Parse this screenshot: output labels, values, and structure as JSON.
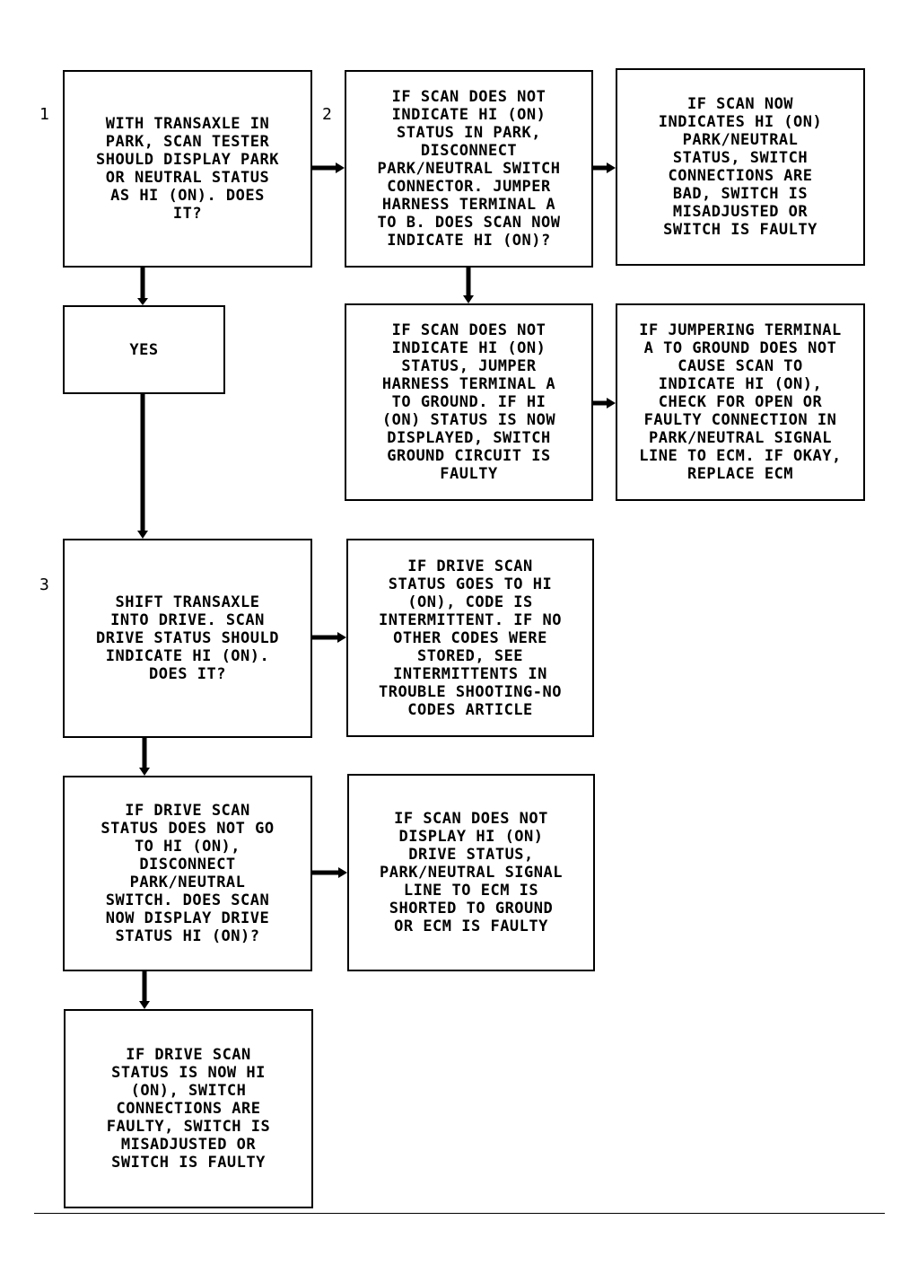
{
  "step_numbers": {
    "s1": "1",
    "s2": "2",
    "s3": "3"
  },
  "boxes": {
    "b1": "WITH TRANSAXLE IN\nPARK, SCAN TESTER\nSHOULD DISPLAY PARK\nOR NEUTRAL STATUS\nAS HI (ON). DOES\nIT?",
    "b2": "IF SCAN DOES NOT\nINDICATE HI (ON)\nSTATUS IN PARK,\nDISCONNECT\nPARK/NEUTRAL SWITCH\nCONNECTOR. JUMPER\nHARNESS TERMINAL A\nTO B. DOES SCAN NOW\nINDICATE HI (ON)?",
    "b3": "IF SCAN NOW\nINDICATES HI (ON)\nPARK/NEUTRAL\nSTATUS, SWITCH\nCONNECTIONS ARE\nBAD, SWITCH IS\nMISADJUSTED OR\nSWITCH IS FAULTY",
    "b4": "YES",
    "b5": "IF SCAN DOES NOT\nINDICATE HI (ON)\nSTATUS, JUMPER\nHARNESS TERMINAL A\nTO GROUND. IF HI\n(ON) STATUS IS NOW\nDISPLAYED, SWITCH\nGROUND CIRCUIT IS\nFAULTY",
    "b6": "IF JUMPERING TERMINAL\nA TO GROUND DOES NOT\nCAUSE SCAN TO\nINDICATE HI (ON),\nCHECK FOR OPEN OR\nFAULTY CONNECTION IN\nPARK/NEUTRAL SIGNAL\nLINE TO ECM. IF OKAY,\nREPLACE ECM",
    "b7": "SHIFT TRANSAXLE\nINTO DRIVE. SCAN\nDRIVE STATUS SHOULD\nINDICATE HI (ON).\nDOES IT?",
    "b8": "IF DRIVE SCAN\nSTATUS GOES TO HI\n(ON), CODE IS\nINTERMITTENT. IF NO\nOTHER CODES WERE\nSTORED, SEE\nINTERMITTENTS IN\nTROUBLE SHOOTING-NO\nCODES ARTICLE",
    "b9": "IF DRIVE SCAN\nSTATUS DOES NOT GO\nTO HI (ON),\nDISCONNECT\nPARK/NEUTRAL\nSWITCH. DOES SCAN\nNOW DISPLAY DRIVE\nSTATUS HI (ON)?",
    "b10": "IF SCAN DOES NOT\nDISPLAY HI (ON)\nDRIVE STATUS,\nPARK/NEUTRAL SIGNAL\nLINE TO ECM IS\nSHORTED TO GROUND\nOR ECM IS FAULTY",
    "b11": "IF DRIVE SCAN\nSTATUS IS NOW HI\n(ON), SWITCH\nCONNECTIONS ARE\nFAULTY, SWITCH IS\nMISADJUSTED OR\nSWITCH IS FAULTY"
  }
}
